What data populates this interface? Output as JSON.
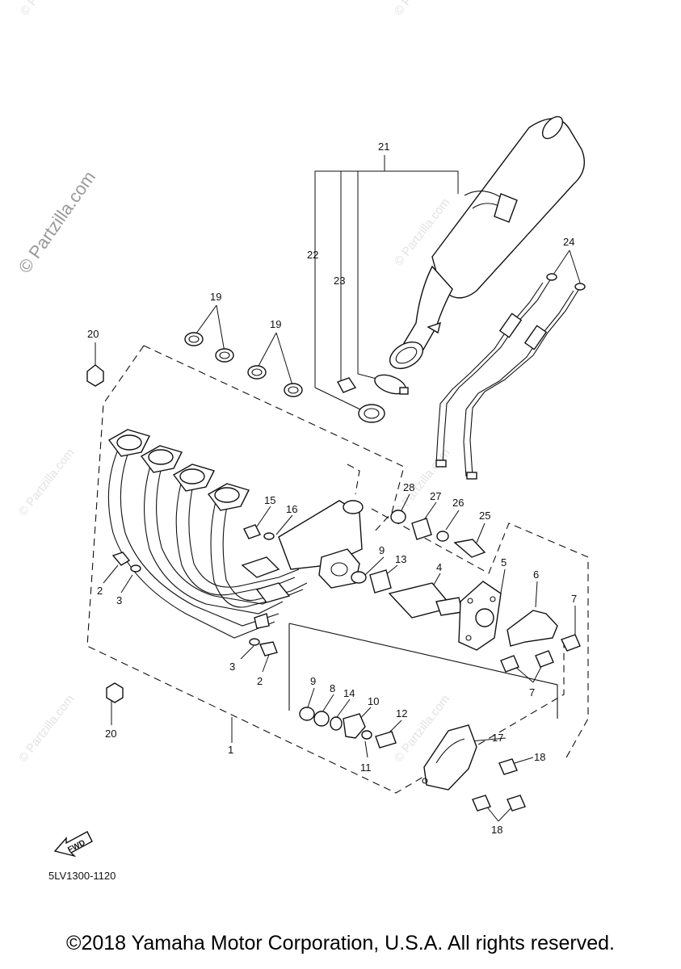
{
  "watermark": {
    "text": "© Partzilla.com"
  },
  "diagram": {
    "code": "5LV1300-1120",
    "fwd_label": "FWD",
    "part_labels": {
      "p1": "1",
      "p2a": "2",
      "p2b": "2",
      "p3a": "3",
      "p3b": "3",
      "p4": "4",
      "p5": "5",
      "p6": "6",
      "p7a": "7",
      "p7b": "7",
      "p8": "8",
      "p9a": "9",
      "p9b": "9",
      "p10": "10",
      "p11": "11",
      "p12": "12",
      "p13": "13",
      "p14": "14",
      "p15": "15",
      "p16": "16",
      "p17": "17",
      "p18a": "18",
      "p18b": "18",
      "p19a": "19",
      "p19b": "19",
      "p20a": "20",
      "p20b": "20",
      "p21": "21",
      "p22": "22",
      "p23": "23",
      "p24": "24",
      "p25": "25",
      "p26": "26",
      "p27": "27",
      "p28": "28"
    }
  },
  "copyright": "©2018 Yamaha Motor Corporation, U.S.A. All rights reserved."
}
